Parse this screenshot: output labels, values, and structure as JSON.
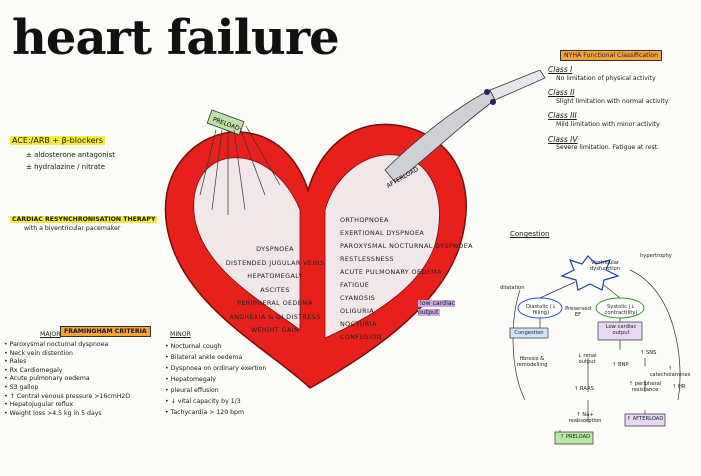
{
  "title": "heart failure",
  "treatment": {
    "line1": "ACE:/ARB + β-blockers",
    "line2": "± aldosterone antagonist",
    "line3": "± hydralazine / nitrate",
    "crt_title": "CARDIAC RESYNCHRONISATION THERAPY",
    "crt_sub": "with a biventricular pacemaker"
  },
  "heart": {
    "preload": "PRELOAD",
    "afterload": "AFTERLOAD",
    "left_signs": [
      "DYSPNOEA",
      "DISTENDED JUGULAR VEINS",
      "HEPATOMEGALY",
      "ASCITES",
      "PERIPHERAL OEDEMA",
      "ANOREXIA & GI DISTRESS",
      "WEIGHT GAIN"
    ],
    "right_signs": [
      "ORTHOPNOEA",
      "EXERTIONAL DYSPNOEA",
      "PAROXYSMAL NOCTURNAL DYSPNOEA",
      "RESTLESSNESS",
      "ACUTE PULMONARY OEDEMA",
      "FATIGUE",
      "CYANOSIS",
      "OLIGURIA",
      "NOCTURIA",
      "CONFUSION"
    ],
    "low_output": "low cardiac output",
    "congestion": "Congestion"
  },
  "framingham": {
    "title": "FRAMINGHAM CRITERIA",
    "major_title": "MAJOR",
    "major": [
      "Paroxysmal nocturnal dyspnoea",
      "Neck vein distention",
      "Rales",
      "Rx Cardiomegaly",
      "Acute pulmonary oedema",
      "S3 gallop",
      "↑ Central venous pressure >16cmH2O",
      "Hepatojugular reflux",
      "Weight loss >4.5 kg in 5 days"
    ],
    "minor_title": "MINOR",
    "minor": [
      "Nocturnal cough",
      "Bilateral ankle oedema",
      "Dyspnoea on ordinary exertion",
      "Hepatomegaly",
      "pleural effusion",
      "↓ vital capacity by 1/3",
      "Tachycardia > 120 bpm"
    ]
  },
  "nyha": {
    "title": "NYHA Functional Classification",
    "classes": [
      {
        "name": "Class I",
        "desc": "No limitation of physical activity"
      },
      {
        "name": "Class II",
        "desc": "Slight limitation with normal activity"
      },
      {
        "name": "Class III",
        "desc": "Mild limitation with minor activity"
      },
      {
        "name": "Class IV",
        "desc": "Severe limitation. Fatigue at rest."
      }
    ]
  },
  "flow": {
    "center": "Ventricular dysfunction",
    "hypertrophy": "hypertrophy",
    "dilatation": "dilatation",
    "diastolic": "Diastolic (↓ filling)",
    "systolic": "Systolic (↓ contractility)",
    "preserved": "Preserved EF",
    "reduced_output": "Low cardiac output",
    "congestion": "Congestion",
    "remodel": "fibrosis & remodelling",
    "renal": "↓ renal output",
    "sns": "↑ SNS",
    "bnp": "↑ BNP",
    "catechol": "↑ catecholamines",
    "raas": "↑ RAAS",
    "periph": "↑ peripheral resistance",
    "hr": "↑ HR",
    "na": "↑ Na+ reabsorption",
    "preload": "↑ PRELOAD",
    "afterload": "↑ AFTERLOAD"
  }
}
